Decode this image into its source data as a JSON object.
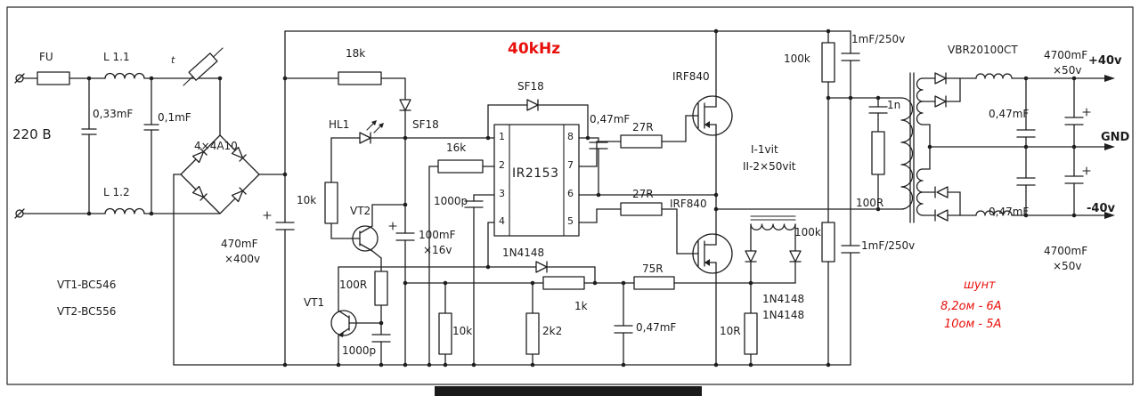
{
  "colors": {
    "red": "#e8100c",
    "line": "#1f1f1f",
    "background": "#ffffff"
  },
  "input": {
    "terminal_voltage": "220 B",
    "fuse": "FU",
    "inductor_top": "L 1.1",
    "inductor_bottom": "L 1.2",
    "cap_filter_1": "0,33mF",
    "cap_filter_2": "0,1mF",
    "thermistor": "t",
    "bridge": "4×4A10",
    "bulk_cap": "470mF",
    "bulk_cap_voltage": "×400v"
  },
  "notes": {
    "vt1_type": "VT1-BC546",
    "vt2_type": "VT2-BC556"
  },
  "driver": {
    "freq": "40kHz",
    "r_supply": "18k",
    "d_supply": "SF18",
    "d_bootstrap": "SF18",
    "led": "HL1",
    "r_led": "10k",
    "vt2": "VT2",
    "vt1": "VT1",
    "r_emitter": "100R",
    "c_base": "1000p",
    "c_vcc": "100mF",
    "c_vcc_voltage": "×16v",
    "r_timing": "16k",
    "c_timing": "1000p",
    "ic": "IR2153",
    "pins": {
      "p1": "1",
      "p2": "2",
      "p3": "3",
      "p4": "4",
      "p5": "5",
      "p6": "6",
      "p7": "7",
      "p8": "8"
    },
    "c_bootstrap": "0,47mF",
    "r_gate_high": "27R",
    "r_gate_low": "27R",
    "q_high": "IRF840",
    "q_low": "IRF840",
    "d_protect": "1N4148"
  },
  "feedback": {
    "r_75": "75R",
    "r_1k": "1k",
    "r_2k2": "2k2",
    "r_10k": "10k",
    "c_047": "0,47mF",
    "r_10": "10R",
    "ct_primary": "I-1vit",
    "ct_secondary": "II-2×50vit",
    "d1": "1N4148",
    "d2": "1N4148"
  },
  "bus": {
    "r_balance_top": "100k",
    "r_balance_bottom": "100k",
    "c_divider_top": "1mF/250v",
    "c_divider_bottom": "1mF/250v",
    "c_snubber": "1n",
    "r_snubber": "100R"
  },
  "secondary": {
    "rectifier": "VBR20100CT",
    "cap_top": "4700mF",
    "cap_top_voltage": "×50v",
    "cap_bottom": "4700mF",
    "cap_bottom_voltage": "×50v",
    "c_hf_top": "0,47mF",
    "c_hf_bottom": "0,47mF",
    "out_pos": "+40v",
    "out_gnd": "GND",
    "out_neg": "-40v"
  },
  "shunt_note": {
    "title": "шунт",
    "line1": "8,2ом - 6А",
    "line2": "10ом - 5А"
  }
}
